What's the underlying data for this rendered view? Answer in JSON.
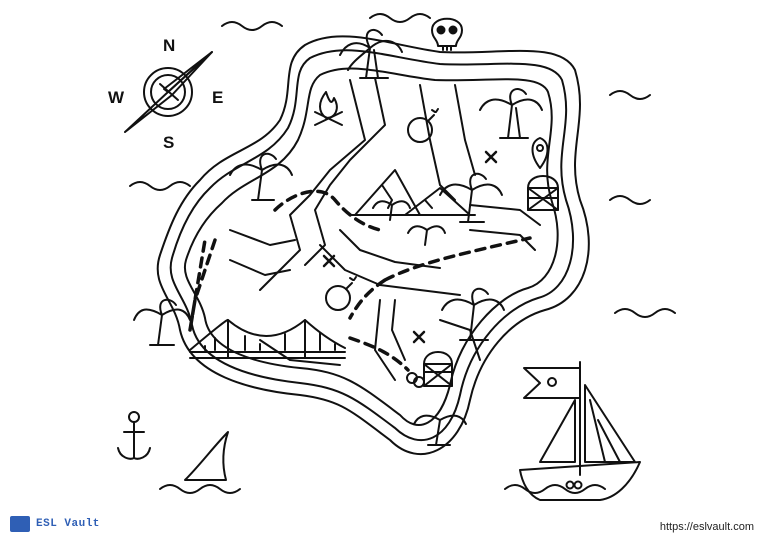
{
  "compass": {
    "north": "N",
    "south": "S",
    "east": "E",
    "west": "W"
  },
  "footer": {
    "brand": "ESL Vault",
    "url": "https://eslvault.com"
  },
  "colors": {
    "ink": "#111111",
    "paper": "#ffffff",
    "brand": "#2f5fb5"
  },
  "icons": [
    "skull-icon",
    "compass-rose-icon",
    "campfire-icon",
    "bomb-icon",
    "x-mark-icon",
    "location-pin-icon",
    "treasure-chest-icon",
    "palm-tree-icon",
    "mountain-icon",
    "bridge-icon",
    "anchor-icon",
    "shark-fin-icon",
    "pirate-ship-icon",
    "rings-icon",
    "wave-icon"
  ]
}
